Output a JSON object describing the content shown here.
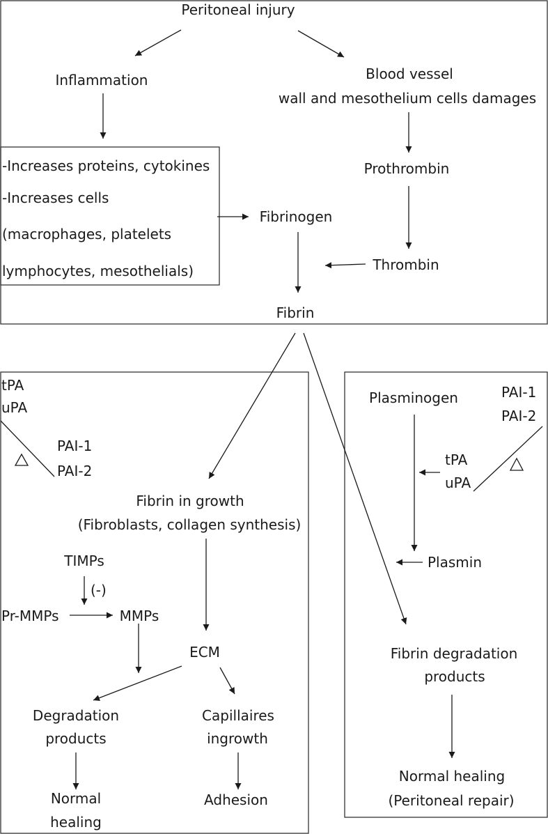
{
  "nodes": {
    "peritoneal_injury": "Peritoneal injury",
    "inflammation": "Inflammation",
    "blood_vessel_1": "Blood vessel",
    "blood_vessel_2": "wall and mesothelium cells damages",
    "increases_1": "-Increases proteins, cytokines",
    "increases_2": "-Increases cells",
    "increases_3": "(macrophages, platelets",
    "increases_4": "lymphocytes, mesothelials)",
    "prothrombin": "Prothrombin",
    "fibrinogen": "Fibrinogen",
    "thrombin": "Thrombin",
    "fibrin": "Fibrin",
    "left_tpa": "tPA",
    "left_upa": "uPA",
    "left_pai1": "PAI-1",
    "left_pai2": "PAI-2",
    "fibrin_ingrowth_1": "Fibrin in growth",
    "fibrin_ingrowth_2": "(Fibroblasts, collagen synthesis)",
    "timps": "TIMPs",
    "inhibit": "(-)",
    "pr_mmps": "Pr-MMPs",
    "mmps": "MMPs",
    "ecm": "ECM",
    "degradation_1": "Degradation",
    "degradation_2": "products",
    "capillaries_1": "Capillaires",
    "capillaries_2": "ingrowth",
    "normal_1": "Normal",
    "normal_2": "healing",
    "adhesion": "Adhesion",
    "plasminogen": "Plasminogen",
    "right_pai1": "PAI-1",
    "right_pai2": "PAI-2",
    "right_tpa": "tPA",
    "right_upa": "uPA",
    "plasmin": "Plasmin",
    "fdp_1": "Fibrin degradation",
    "fdp_2": "products",
    "repair_1": "Normal healing",
    "repair_2": "(Peritoneal repair)"
  },
  "colors": {
    "line": "#1a1a1a",
    "box": "#333333",
    "background": "#ffffff"
  }
}
